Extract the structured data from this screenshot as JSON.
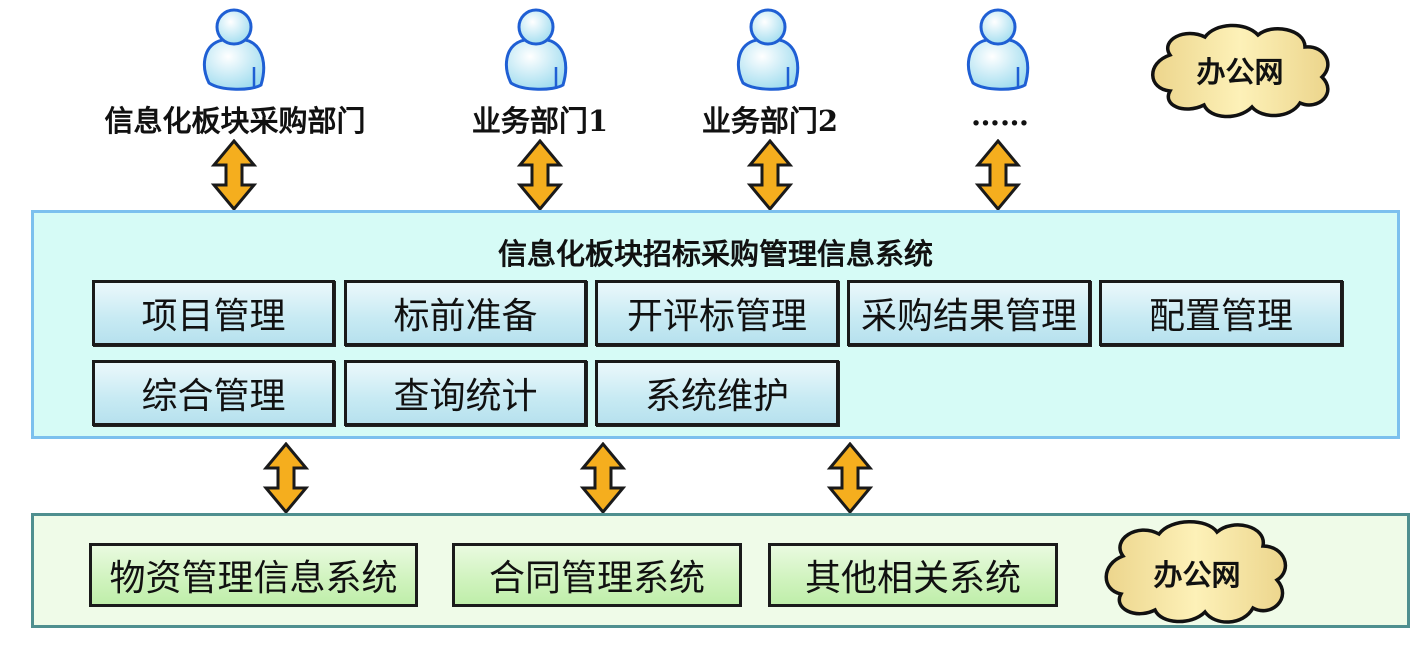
{
  "users": [
    {
      "label": "信息化板块采购部门",
      "icon": "user-icon"
    },
    {
      "label": "业务部门1",
      "icon": "user-icon"
    },
    {
      "label": "业务部门2",
      "icon": "user-icon"
    },
    {
      "label": "……",
      "icon": "user-icon"
    }
  ],
  "top_cloud": {
    "label": "办公网",
    "icon": "cloud-icon"
  },
  "system": {
    "title": "信息化板块招标采购管理信息系统",
    "modules": [
      "项目管理",
      "标前准备",
      "开评标管理",
      "采购结果管理",
      "配置管理",
      "综合管理",
      "查询统计",
      "系统维护"
    ]
  },
  "external_systems": {
    "items": [
      "物资管理信息系统",
      "合同管理系统",
      "其他相关系统"
    ],
    "cloud": {
      "label": "办公网",
      "icon": "cloud-icon"
    }
  },
  "connectors": {
    "icon": "bidirectional-arrow-icon",
    "colors": {
      "fill": "#f5ae1e",
      "stroke": "#1a1a1a"
    }
  },
  "colors": {
    "system_panel_bg": "#d6fbf6",
    "system_panel_border": "#7cc0ee",
    "external_panel_bg": "#effbe8",
    "external_panel_border": "#4f8f8f",
    "user_fill": "#bfe9f6",
    "user_stroke": "#1f5fd4",
    "cloud_fill": "#f6e6a8"
  }
}
